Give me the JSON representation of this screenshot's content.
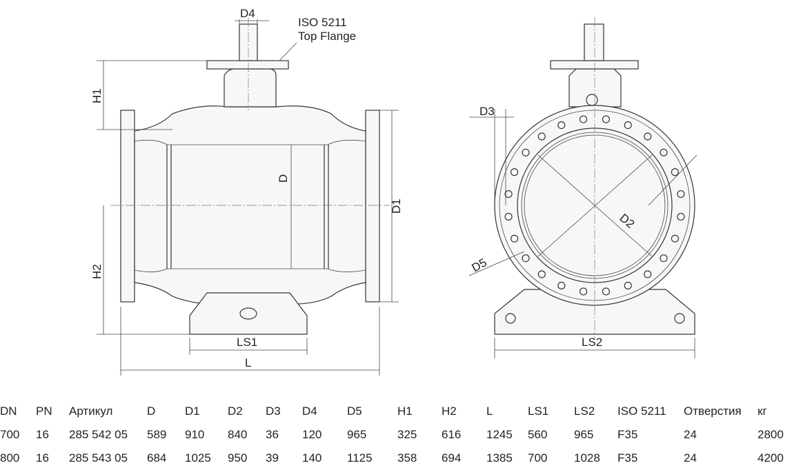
{
  "drawing": {
    "labels": {
      "d4": "D4",
      "iso": "ISO 5211",
      "top_flange": "Top Flange",
      "h1": "H1",
      "h2": "H2",
      "d": "D",
      "d1": "D1",
      "ls1": "LS1",
      "l": "L",
      "d3": "D3",
      "d2": "D2",
      "d5": "D5",
      "ls2": "LS2"
    },
    "bolt_count": 24
  },
  "table": {
    "headers": [
      "DN",
      "PN",
      "Артикул",
      "D",
      "D1",
      "D2",
      "D3",
      "D4",
      "D5",
      "H1",
      "H2",
      "L",
      "LS1",
      "LS2",
      "ISO 5211",
      "Отверстия",
      "кг"
    ],
    "rows": [
      [
        "700",
        "16",
        "285 542 05",
        "589",
        "910",
        "840",
        "36",
        "120",
        "965",
        "325",
        "616",
        "1245",
        "560",
        "965",
        "F35",
        "24",
        "2800"
      ],
      [
        "800",
        "16",
        "285 543 05",
        "684",
        "1025",
        "950",
        "39",
        "140",
        "1125",
        "358",
        "694",
        "1385",
        "700",
        "1028",
        "F35",
        "24",
        "4200"
      ]
    ]
  }
}
